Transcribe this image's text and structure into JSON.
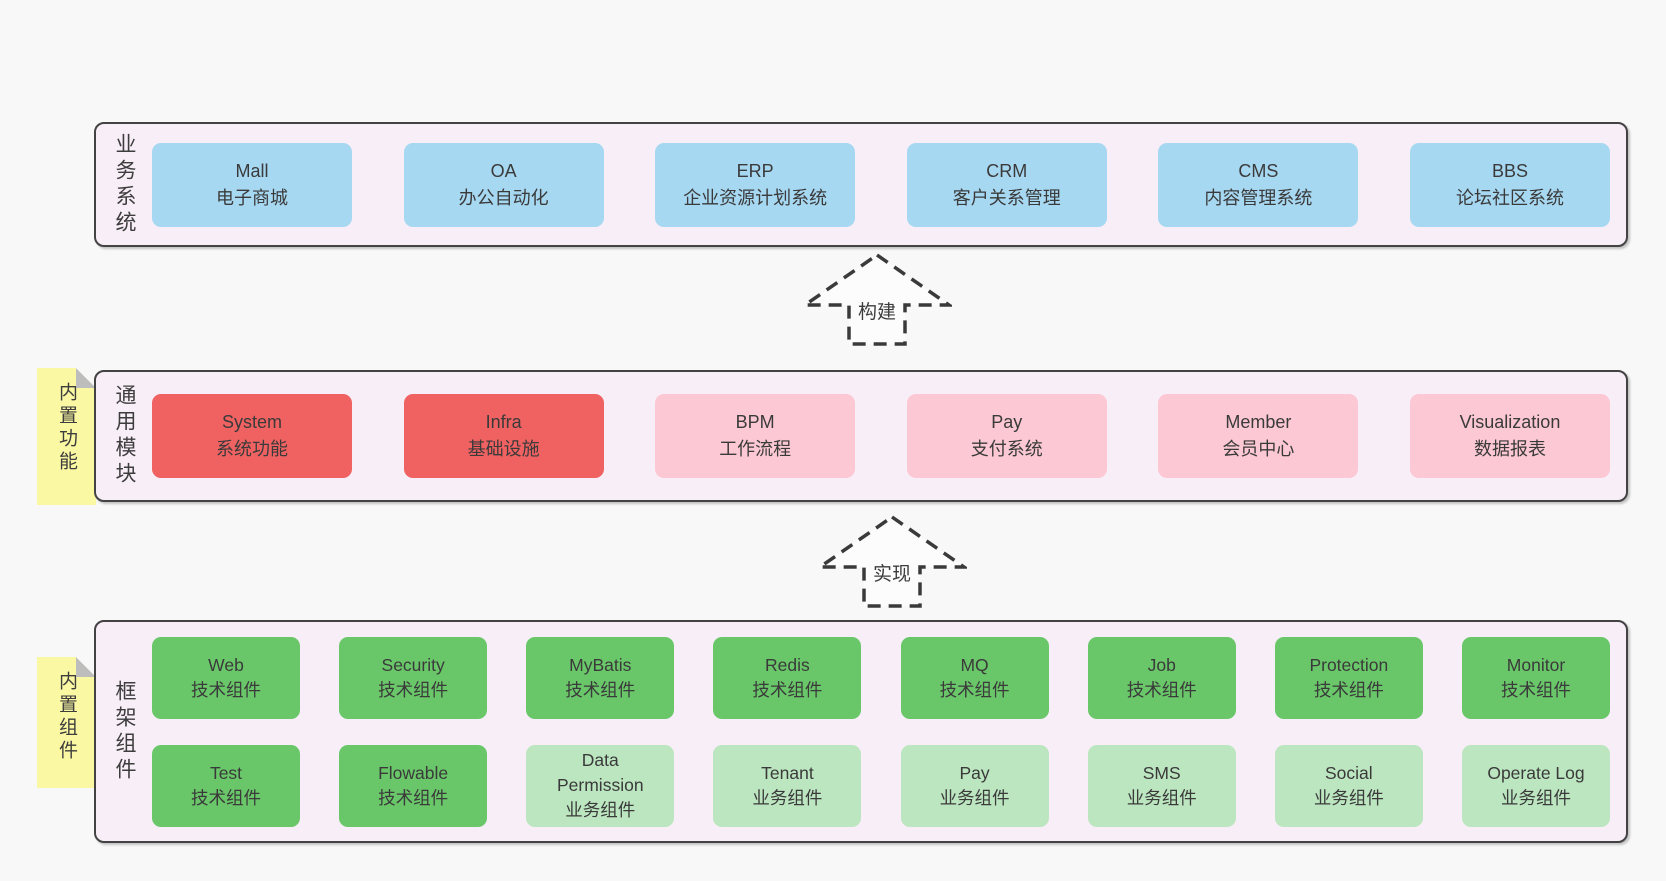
{
  "colors": {
    "page_bg": "#f8f8f8",
    "container_bg": "#f8eef7",
    "container_border": "#434343",
    "blue_box": "#a7d8f2",
    "red_box": "#f06262",
    "pink_box": "#fbc8d3",
    "green_box": "#69c769",
    "light_green_box": "#bce6c0",
    "sticky_note": "#fbf8a3",
    "note_fold": "#bdbdbd",
    "text": "#3a3a3a"
  },
  "arrows": [
    {
      "label": "构建"
    },
    {
      "label": "实现"
    }
  ],
  "layers": [
    {
      "label": "业务系统",
      "boxes": [
        {
          "title": "Mall",
          "subtitle": "电子商城"
        },
        {
          "title": "OA",
          "subtitle": "办公自动化"
        },
        {
          "title": "ERP",
          "subtitle": "企业资源计划系统"
        },
        {
          "title": "CRM",
          "subtitle": "客户关系管理"
        },
        {
          "title": "CMS",
          "subtitle": "内容管理系统"
        },
        {
          "title": "BBS",
          "subtitle": "论坛社区系统"
        }
      ]
    },
    {
      "label": "通用模块",
      "note": "内置功能",
      "boxes": [
        {
          "title": "System",
          "subtitle": "系统功能"
        },
        {
          "title": "Infra",
          "subtitle": "基础设施"
        },
        {
          "title": "BPM",
          "subtitle": "工作流程"
        },
        {
          "title": "Pay",
          "subtitle": "支付系统"
        },
        {
          "title": "Member",
          "subtitle": "会员中心"
        },
        {
          "title": "Visualization",
          "subtitle": "数据报表"
        }
      ]
    },
    {
      "label": "框架组件",
      "note": "内置组件",
      "row1": [
        {
          "title": "Web",
          "subtitle": "技术组件"
        },
        {
          "title": "Security",
          "subtitle": "技术组件"
        },
        {
          "title": "MyBatis",
          "subtitle": "技术组件"
        },
        {
          "title": "Redis",
          "subtitle": "技术组件"
        },
        {
          "title": "MQ",
          "subtitle": "技术组件"
        },
        {
          "title": "Job",
          "subtitle": "技术组件"
        },
        {
          "title": "Protection",
          "subtitle": "技术组件"
        },
        {
          "title": "Monitor",
          "subtitle": "技术组件"
        }
      ],
      "row2": [
        {
          "title": "Test",
          "subtitle": "技术组件"
        },
        {
          "title": "Flowable",
          "subtitle": "技术组件"
        },
        {
          "title": "Data Permission",
          "subtitle": "业务组件"
        },
        {
          "title": "Tenant",
          "subtitle": "业务组件"
        },
        {
          "title": "Pay",
          "subtitle": "业务组件"
        },
        {
          "title": "SMS",
          "subtitle": "业务组件"
        },
        {
          "title": "Social",
          "subtitle": "业务组件"
        },
        {
          "title": "Operate Log",
          "subtitle": "业务组件"
        }
      ]
    }
  ]
}
